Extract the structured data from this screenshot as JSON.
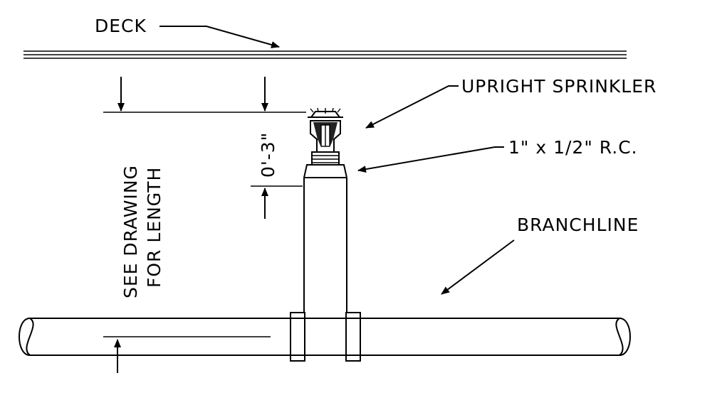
{
  "labels": {
    "deck": "DECK",
    "sprinkler": "UPRIGHT SPRINKLER",
    "reducer": "1\" x 1/2\" R.C.",
    "branchline": "BRANCHLINE",
    "see_drawing": "SEE DRAWING",
    "for_length": "FOR LENGTH",
    "dimension": "0'-3\""
  },
  "colors": {
    "ink": "#000000",
    "paper": "#ffffff"
  }
}
